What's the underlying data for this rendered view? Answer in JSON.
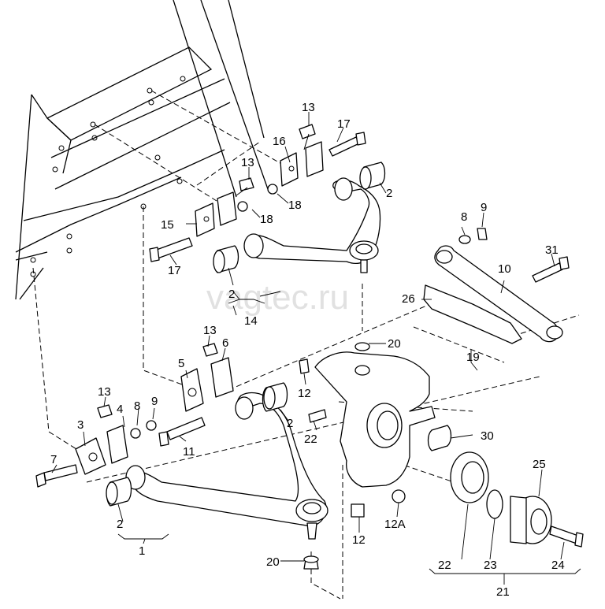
{
  "watermark": "vagtec.ru",
  "callouts": {
    "c1": "1",
    "c2a": "2",
    "c2b": "2",
    "c2c": "2",
    "c2d": "2",
    "c3": "3",
    "c4": "4",
    "c5": "5",
    "c6": "6",
    "c7": "7",
    "c8a": "8",
    "c8b": "8",
    "c9a": "9",
    "c9b": "9",
    "c10": "10",
    "c11": "11",
    "c12a": "12",
    "c12b": "12",
    "c12c": "12A",
    "c13a": "13",
    "c13b": "13",
    "c13c": "13",
    "c13d": "13",
    "c14": "14",
    "c15": "15",
    "c16": "16",
    "c17a": "17",
    "c17b": "17",
    "c18a": "18",
    "c18b": "18",
    "c19": "19",
    "c20a": "20",
    "c20b": "20",
    "c21": "21",
    "c22a": "22",
    "c22b": "22",
    "c23": "23",
    "c24": "24",
    "c25": "25",
    "c26": "26",
    "c30": "30",
    "c31": "31"
  }
}
